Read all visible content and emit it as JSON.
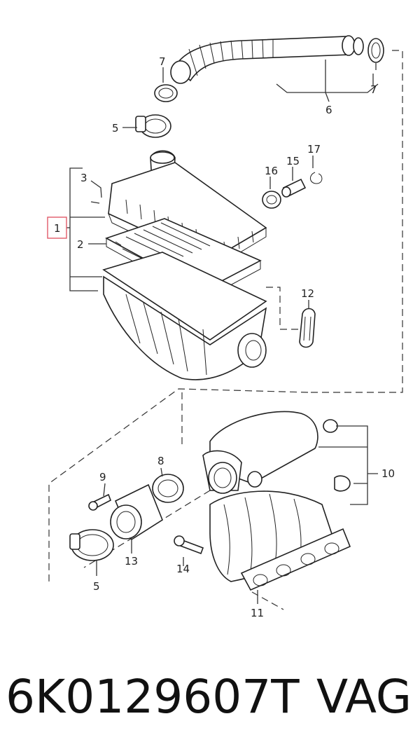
{
  "diagram": {
    "callouts": {
      "c1": "1",
      "c2": "2",
      "c3": "3",
      "c5a": "5",
      "c5b": "5",
      "c6": "6",
      "c7a": "7",
      "c7b": "7",
      "c8": "8",
      "c9": "9",
      "c10": "10",
      "c11": "11",
      "c12": "12",
      "c13": "13",
      "c14": "14",
      "c15": "15",
      "c16": "16",
      "c17": "17"
    },
    "highlight_color": "#e05a6a"
  },
  "caption": {
    "part_number": "6K0129607T",
    "brand": "VAG"
  }
}
